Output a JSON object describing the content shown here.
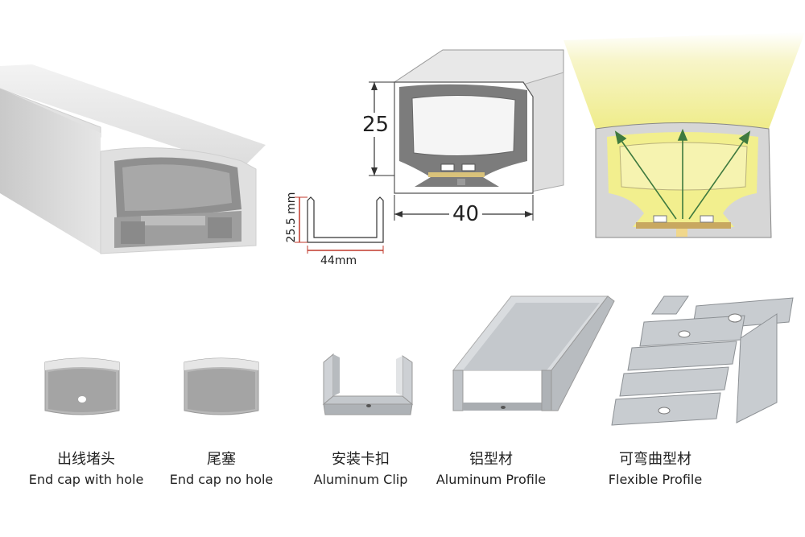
{
  "dimensions": {
    "profile_height": "25",
    "profile_width": "40",
    "clip_height": "25.5 mm",
    "clip_width": "44mm"
  },
  "accessories": [
    {
      "zh": "出线堵头",
      "en": "End cap with hole"
    },
    {
      "zh": "尾塞",
      "en": "End cap no hole"
    },
    {
      "zh": "安装卡扣",
      "en": "Aluminum Clip"
    },
    {
      "zh": "铝型材",
      "en": "Aluminum Profile"
    },
    {
      "zh": "可弯曲型材",
      "en": "Flexible Profile"
    }
  ],
  "colors": {
    "profile_gray": "#d9d9d9",
    "profile_dark": "#9a9a9a",
    "glow_yellow": "#f2f0a0",
    "arrow_green": "#3f7a3f",
    "dim_red": "#c0392b"
  }
}
